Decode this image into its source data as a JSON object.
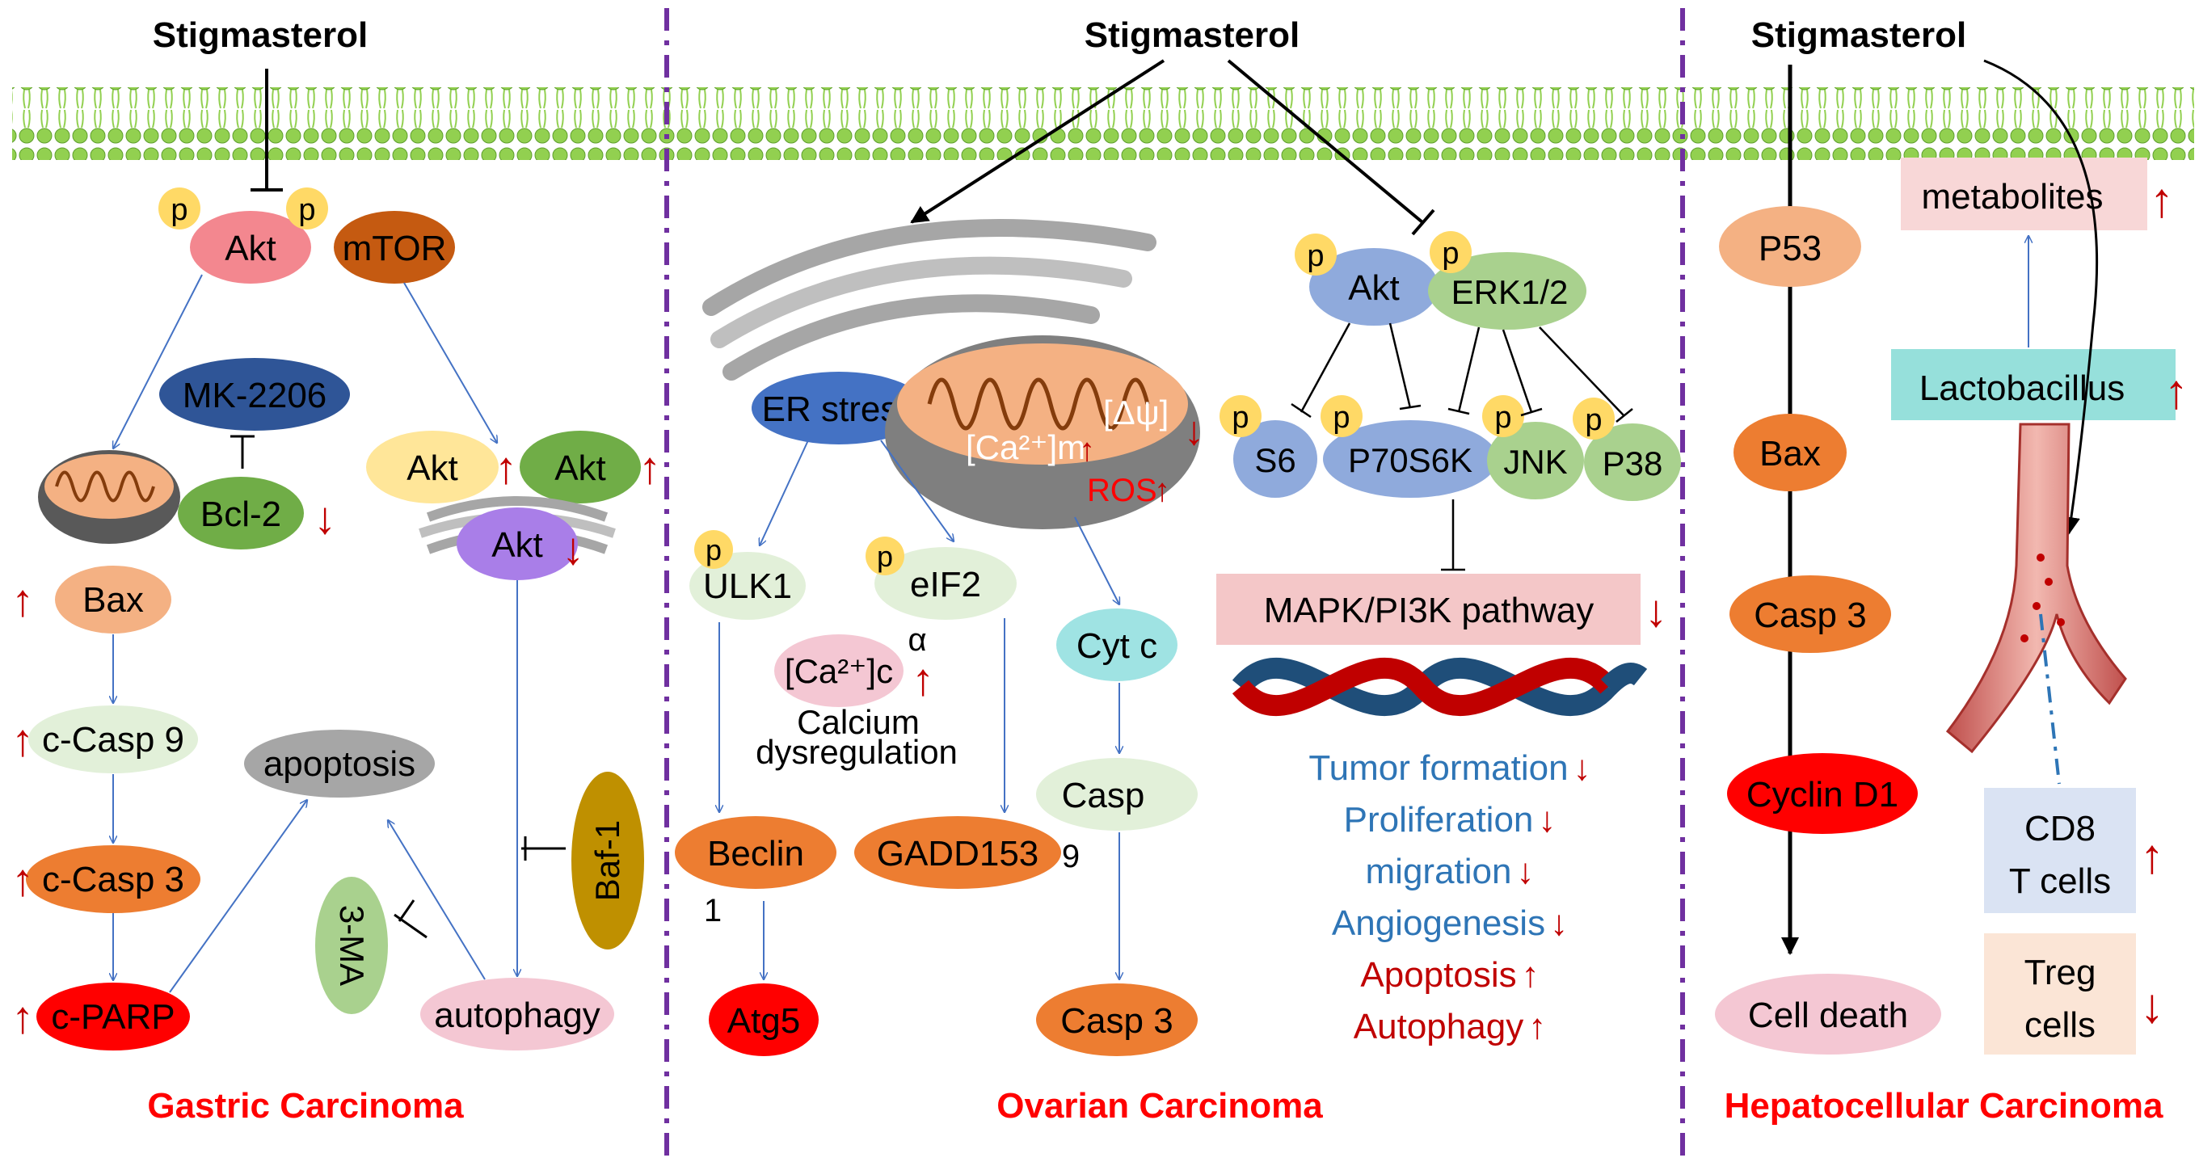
{
  "titles": {
    "left": "Stigmasterol",
    "middle": "Stigmasterol",
    "right": "Stigmasterol"
  },
  "sections": {
    "gastric": "Gastric Carcinoma",
    "ovarian": "Ovarian Carcinoma",
    "hepatocellular": "Hepatocellular Carcinoma"
  },
  "gastric": {
    "p": "p",
    "akt": "Akt",
    "mtor": "mTOR",
    "mk2206": "MK-2206",
    "bcl2": "Bcl-2",
    "bax": "Bax",
    "ccasp9": "c-Casp 9",
    "ccasp3": "c-Casp 3",
    "cparp": "c-PARP",
    "apoptosis": "apoptosis",
    "akt_a": "Akt",
    "akt_b": "Akt",
    "akt_c": "Akt",
    "baf1": "Baf-1",
    "ma3": "3-MA",
    "autophagy": "autophagy"
  },
  "ovarian": {
    "p": "p",
    "er_stress": "ER stress",
    "ulk1": "ULK1",
    "eif2": "eIF2",
    "alpha": "α",
    "ca_c": "[Ca²⁺]c",
    "calcium_line1": "Calcium",
    "calcium_line2": "dysregulation",
    "beclin": "Beclin",
    "beclin_num": "1",
    "gadd153": "GADD153",
    "atg5": "Atg5",
    "ca_m": "[Ca²⁺]m",
    "dpsi": "[Δψ]",
    "ros": "ROS",
    "cytc": "Cyt c",
    "casp": "Casp",
    "casp_num": "9",
    "casp3": "Casp 3",
    "akt": "Akt",
    "erk": "ERK1/2",
    "s6": "S6",
    "p70s6k": "P70S6K",
    "jnk": "JNK",
    "p38": "P38",
    "pathway": "MAPK/PI3K pathway",
    "effects": [
      {
        "text": "Tumor formation",
        "arrow": "↓",
        "color": "#2e75b6"
      },
      {
        "text": "Proliferation",
        "arrow": "↓",
        "color": "#2e75b6"
      },
      {
        "text": "migration",
        "arrow": "↓",
        "color": "#2e75b6"
      },
      {
        "text": "Angiogenesis",
        "arrow": "↓",
        "color": "#2e75b6"
      },
      {
        "text": "Apoptosis",
        "arrow": "↑",
        "color": "#c00000"
      },
      {
        "text": "Autophagy",
        "arrow": "↑",
        "color": "#c00000"
      }
    ]
  },
  "hepatocellular": {
    "p53": "P53",
    "bax": "Bax",
    "casp3": "Casp 3",
    "cyclin": "Cyclin D1",
    "cell_death": "Cell death",
    "metabolites": "metabolites",
    "lactobacillus": "Lactobacillus",
    "cd8_line1": "CD8",
    "cd8_line2": "T cells",
    "treg_line1": "Treg",
    "treg_line2": "cells"
  },
  "arrows": {
    "up": "↑",
    "down": "↓"
  },
  "colors": {
    "red": "#c00000",
    "blue_arrow": "#4472c4",
    "divider": "#7030a0",
    "membrane": "#92d050"
  }
}
